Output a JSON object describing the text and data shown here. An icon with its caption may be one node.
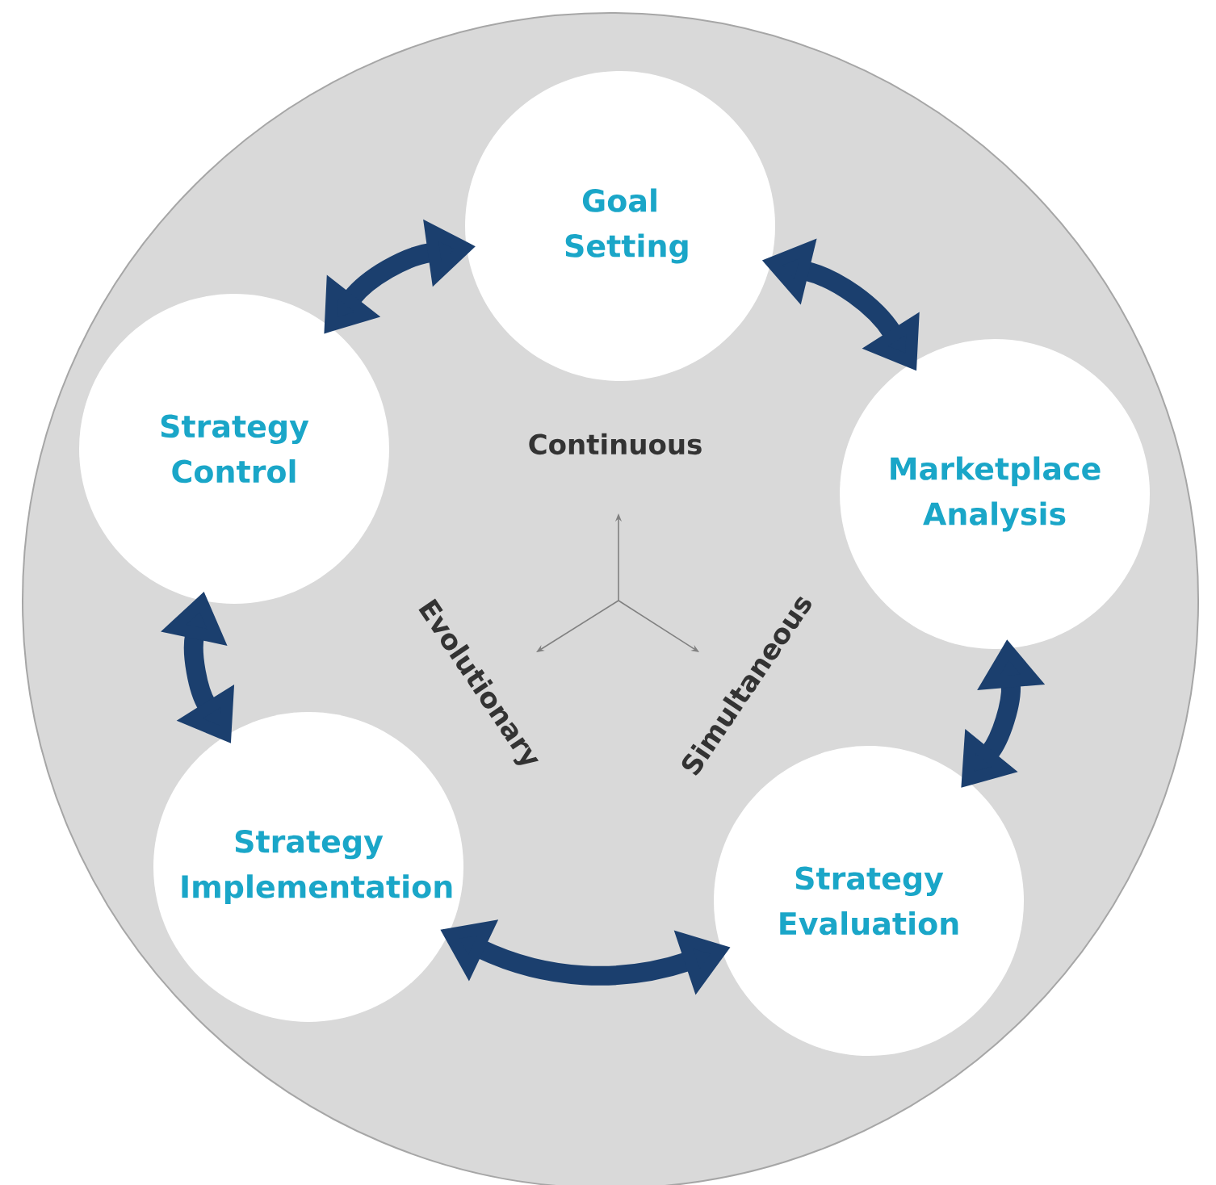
{
  "diagram": {
    "nodes": [
      {
        "text": [
          "Goal Setting"
        ]
      },
      {
        "text": [
          "Strategy Control"
        ]
      },
      {
        "text": [
          "Marketplace Analysis"
        ]
      },
      {
        "text": [
          "Strategy Implementation"
        ]
      },
      {
        "text": [
          "Strategy Evaluation"
        ]
      }
    ],
    "edges": [
      {
        "from": 0,
        "to": 2,
        "arrow": "both"
      },
      {
        "from": 2,
        "to": 4,
        "arrow": "both"
      },
      {
        "from": 4,
        "to": 3,
        "arrow": "both"
      },
      {
        "from": 3,
        "to": 1,
        "arrow": "both"
      },
      {
        "from": 1,
        "to": 0,
        "arrow": "both"
      }
    ],
    "labels": [
      "Continuous",
      "Evolutionary",
      "Simultaneous"
    ]
  }
}
